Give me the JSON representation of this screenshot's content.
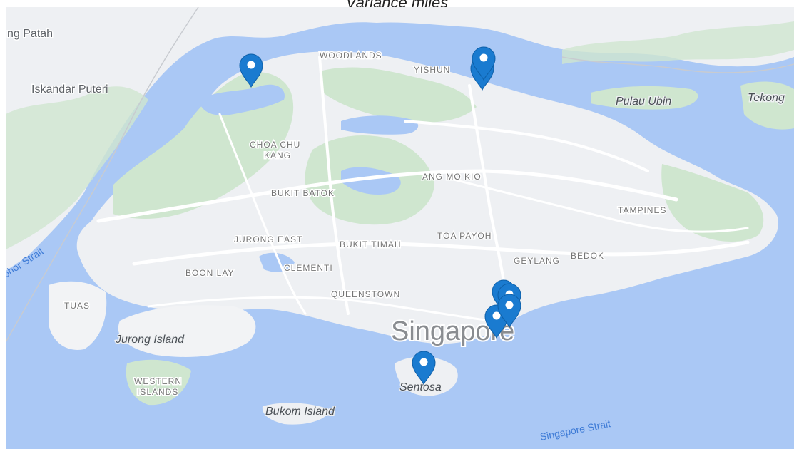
{
  "title": "Variance miles",
  "map": {
    "colors": {
      "water": "#aac8f5",
      "land": "#eef0f3",
      "green": "#cfe6cf",
      "road": "#ffffff",
      "marker": "#1a7bd0"
    },
    "labels": {
      "ng_patah": "ng Patah",
      "iskandar_puteri": "Iskandar Puteri",
      "woodlands": "WOODLANDS",
      "yishun": "YISHUN",
      "pulau_ubin": "Pulau Ubin",
      "tekong": "Tekong",
      "choa_chu": "CHOA CHU",
      "kang": "KANG",
      "ang_mo_kio": "ANG MO KIO",
      "bukit_batok": "BUKIT BATOK",
      "tampines": "TAMPINES",
      "jurong_east": "JURONG EAST",
      "bukit_timah": "BUKIT TIMAH",
      "toa_payoh": "TOA PAYOH",
      "geylang": "GEYLANG",
      "bedok": "BEDOK",
      "boon_lay": "BOON LAY",
      "clementi": "CLEMENTI",
      "queenstown": "QUEENSTOWN",
      "tuas": "TUAS",
      "johor_strait": "ohor Strait",
      "jurong_island": "Jurong Island",
      "singapore": "Singapore",
      "western": "WESTERN",
      "islands": "ISLANDS",
      "sentosa": "Sentosa",
      "bukom_island": "Bukom Island",
      "singapore_strait": "Singapore Strait"
    },
    "markers": [
      {
        "name": "lim-chu-kang"
      },
      {
        "name": "yishun-1"
      },
      {
        "name": "yishun-2"
      },
      {
        "name": "marina-1"
      },
      {
        "name": "marina-2"
      },
      {
        "name": "marina-3"
      },
      {
        "name": "marina-4"
      },
      {
        "name": "sentosa"
      }
    ]
  }
}
